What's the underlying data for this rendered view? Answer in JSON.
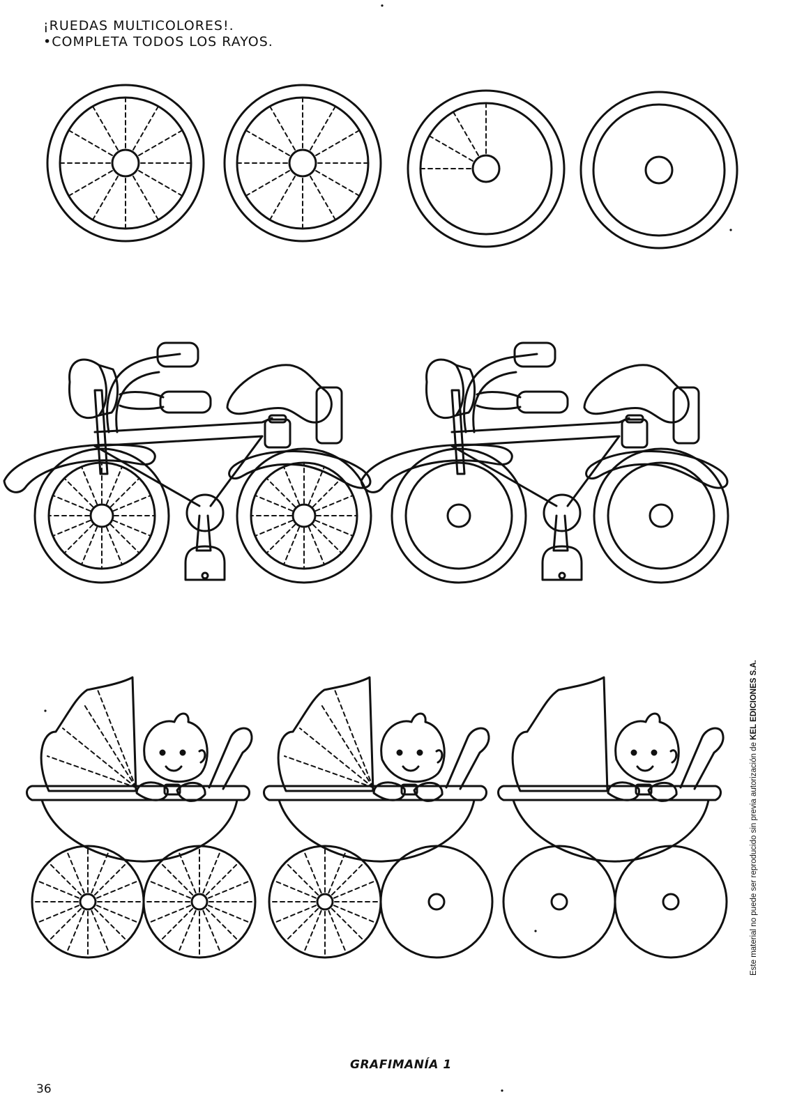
{
  "header": {
    "title": "¡RUEDAS MULTICOLORES!.",
    "instruction": "COMPLETA TODOS LOS RAYOS."
  },
  "exercises": [
    {
      "name": "wheels",
      "count": 4,
      "spokes_drawn": [
        12,
        12,
        4,
        0
      ]
    },
    {
      "name": "bicycles",
      "count": 2,
      "spokes_drawn": [
        "full",
        "none"
      ]
    },
    {
      "name": "strollers",
      "count": 3,
      "spokes_drawn": [
        "full",
        "half",
        "none"
      ]
    }
  ],
  "footer": {
    "book_title": "GRAFIMANÍA 1",
    "page_number": "36"
  },
  "copyright": {
    "text": "Este material no puede ser reproducido sin previa autorización de ",
    "publisher": "KEL EDICIONES S.A."
  }
}
